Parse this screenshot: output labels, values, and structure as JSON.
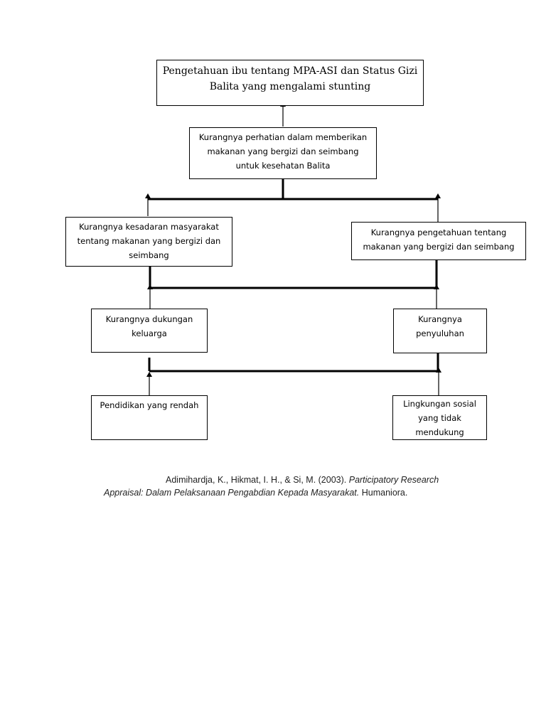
{
  "diagram": {
    "nodes": {
      "top": "Pengetahuan ibu tentang MPA-ASI dan Status Gizi\nBalita yang mengalami stunting",
      "attention": "Kurangnya perhatian dalam memberikan\nmakanan yang bergizi dan seimbang\nuntuk kesehatan Balita",
      "awareness": "Kurangnya kesadaran masyarakat\ntentang makanan yang bergizi dan\nseimbang",
      "knowledge": "Kurangnya pengetahuan tentang\nmakanan yang bergizi dan seimbang",
      "family_support": "Kurangnya dukungan\nkeluarga",
      "counseling": "Kurangnya\npenyuluhan",
      "education": "Pendidikan yang rendah",
      "environment": "Lingkungan sosial\nyang tidak\nmendukung"
    }
  },
  "citation": {
    "authors": "Adimihardja, K., Hikmat, I. H., & Si, M. (2003).",
    "title_part1": "Participatory Research",
    "title_part2": "Appraisal: Dalam Pelaksanaan Pengabdian Kepada Masyarakat.",
    "publisher": "Humaniora."
  }
}
